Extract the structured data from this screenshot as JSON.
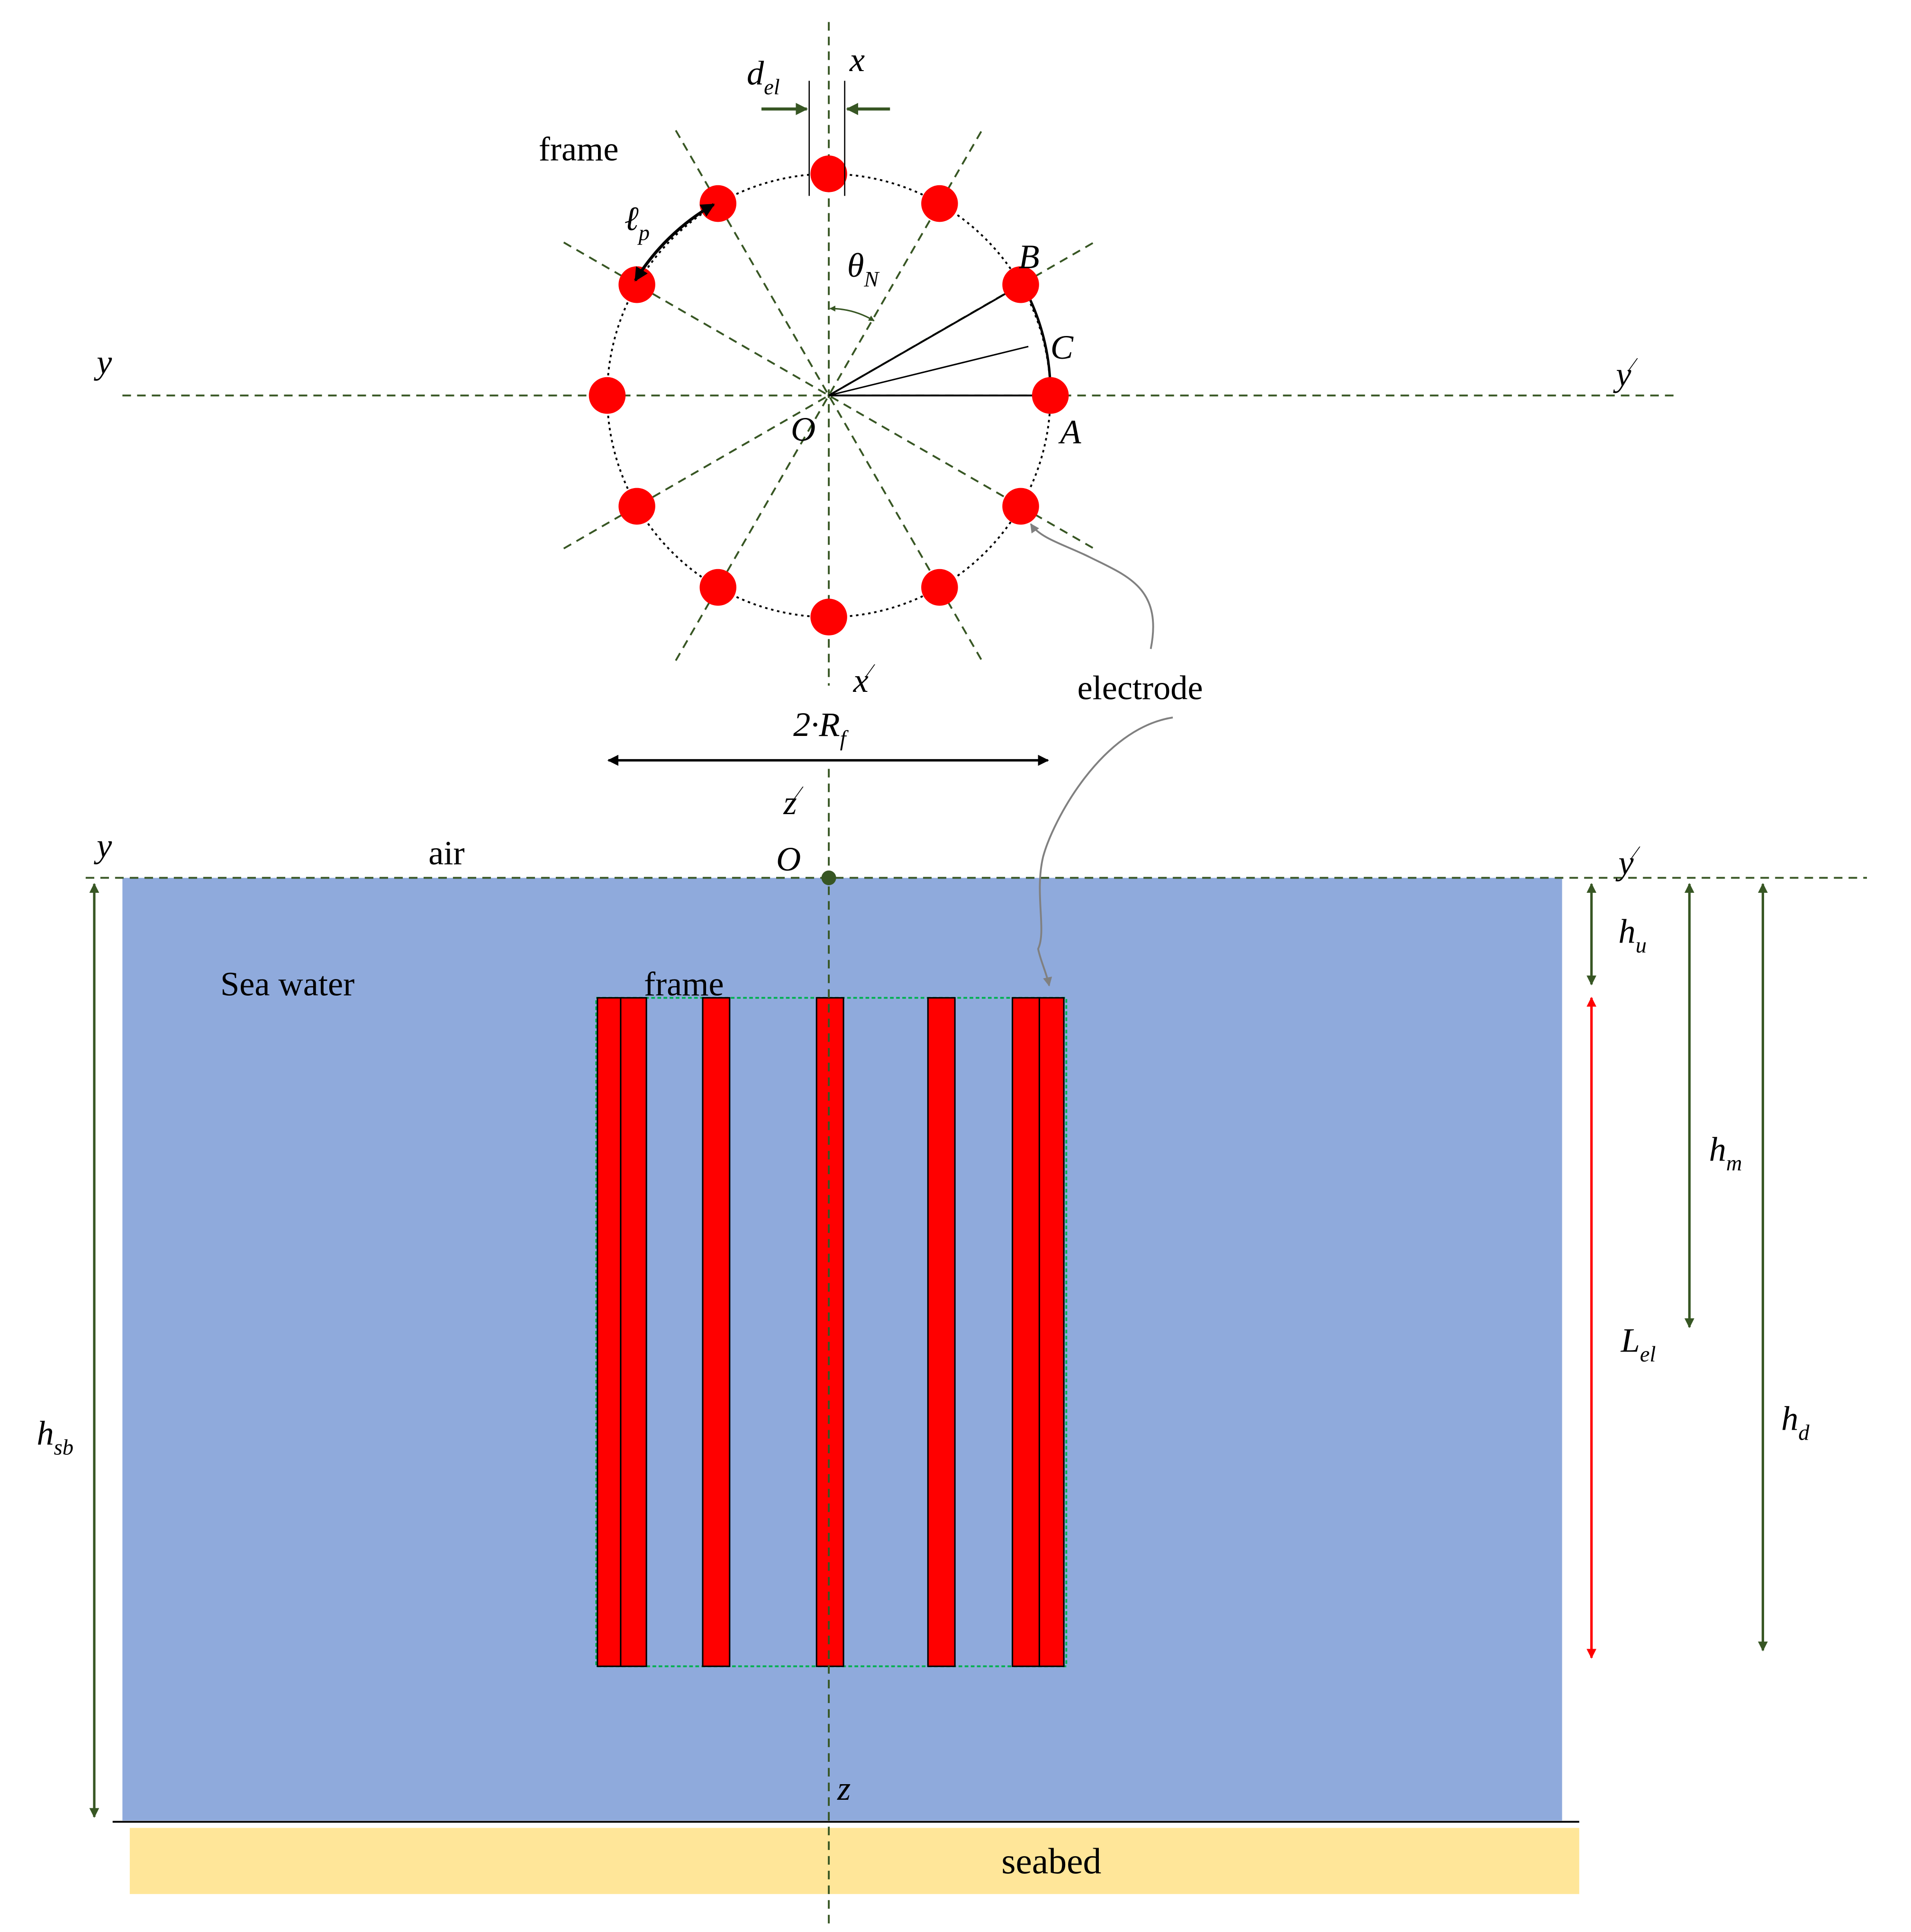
{
  "colors": {
    "sea": "#8faadc",
    "seabed": "#ffe699",
    "electrode": "#ff0000",
    "axis": "#375623",
    "arrow_red": "#ff0000",
    "frame_outline": "#00b050",
    "pointer": "#808080"
  },
  "top_view": {
    "frame_label": "frame",
    "axis_y": "y",
    "axis_y_prime": "y",
    "axis_x": "x",
    "axis_x_prime": "x",
    "axis_z_prime": "z",
    "origin": "O",
    "point_A": "A",
    "point_B": "B",
    "point_C": "C",
    "d_el": {
      "base": "d",
      "sub": "el"
    },
    "l_p": {
      "base": "ℓ",
      "sub": "p"
    },
    "theta_N": {
      "base": "θ",
      "sub": "N"
    },
    "two_Rf": {
      "base": "2·R",
      "sub": "f"
    },
    "electrode_label": "electrode",
    "electrode_count": 12
  },
  "side_view": {
    "air": "air",
    "sea_water": "Sea water",
    "frame_label": "frame",
    "seabed": "seabed",
    "axis_y": "y",
    "axis_y_prime": "y",
    "axis_z": "z",
    "origin": "O",
    "h_u": {
      "base": "h",
      "sub": "u"
    },
    "h_m": {
      "base": "h",
      "sub": "m"
    },
    "h_d": {
      "base": "h",
      "sub": "d"
    },
    "L_el": {
      "base": "L",
      "sub": "el"
    },
    "h_sb": {
      "base": "h",
      "sub": "sb"
    }
  }
}
